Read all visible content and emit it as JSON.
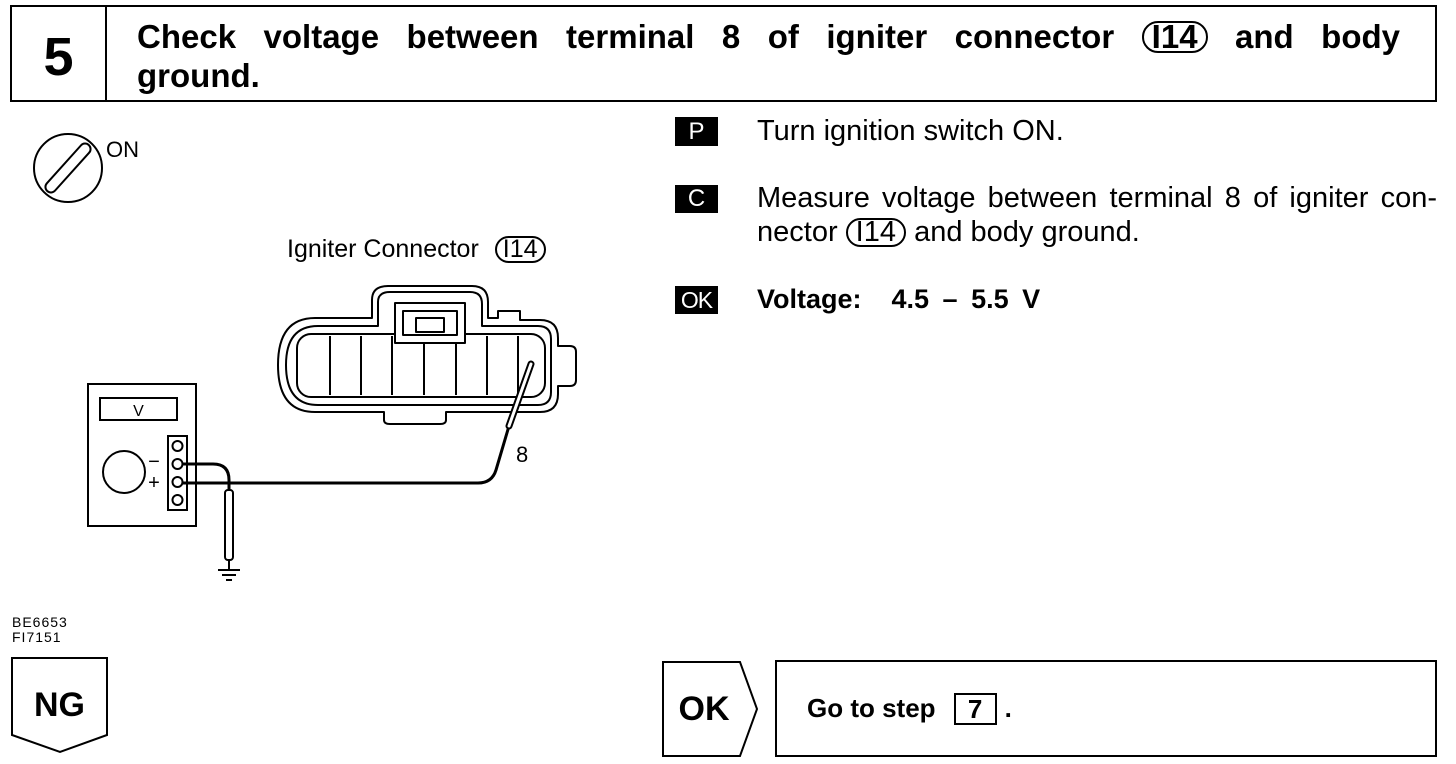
{
  "header": {
    "step_number": "5",
    "title_line1_before": "Check voltage between terminal 8 of igniter connector",
    "connector_code": "I14",
    "title_line1_after": "and body",
    "title_line2": "ground."
  },
  "diagram": {
    "switch_label": "ON",
    "connector_label": "Igniter Connector",
    "connector_code": "I14",
    "terminal_label": "8",
    "meter_display": "V",
    "meter_minus": "−",
    "meter_plus": "+",
    "figure_codes": [
      "BE6653",
      "FI7151"
    ]
  },
  "instructions": [
    {
      "badge": "P",
      "text": "Turn ignition switch ON."
    },
    {
      "badge": "C",
      "line1": "Measure voltage between terminal 8 of igniter con-",
      "line2_before": "nector",
      "connector_code": "I14",
      "line2_after": "and body ground."
    },
    {
      "badge": "OK",
      "label": "Voltage:",
      "value": "4.5 – 5.5 V"
    }
  ],
  "results": {
    "ng": {
      "label": "NG"
    },
    "ok": {
      "label": "OK",
      "text_before": "Go to step",
      "step_ref": "7",
      "text_after": "."
    }
  },
  "icons": {
    "ignition_switch": "ignition-switch-icon",
    "ground": "ground-icon"
  },
  "colors": {
    "ink": "#000000",
    "paper": "#ffffff"
  }
}
